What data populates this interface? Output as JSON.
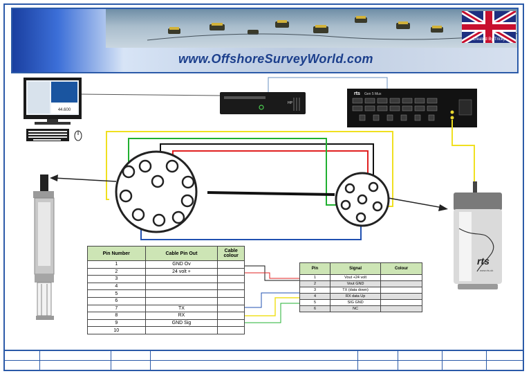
{
  "banner": {
    "site": "www.OffshoreSurveyWorld.com",
    "credit": "Created By Tricky"
  },
  "mux": {
    "brand": "rts",
    "model": "Gen 5 Mux"
  },
  "pc": {
    "brand": "HP",
    "screen_value": "44.600"
  },
  "probe": {
    "brand": "rts",
    "url": "www.rts.uk"
  },
  "pin_table": {
    "headers": [
      "Pin Number",
      "Cable Pin Out",
      "Cable colour"
    ],
    "rows": [
      [
        "1",
        "GND Ov",
        ""
      ],
      [
        "2",
        "24 volt +",
        ""
      ],
      [
        "3",
        "",
        ""
      ],
      [
        "4",
        "",
        ""
      ],
      [
        "5",
        "",
        ""
      ],
      [
        "6",
        "",
        ""
      ],
      [
        "7",
        "TX",
        ""
      ],
      [
        "8",
        "RX",
        ""
      ],
      [
        "9",
        "GND Sig",
        ""
      ],
      [
        "10",
        "",
        ""
      ]
    ]
  },
  "signal_table": {
    "headers": [
      "Pin",
      "Signal",
      "Colour"
    ],
    "rows": [
      [
        "1",
        "Vout +24 volt",
        ""
      ],
      [
        "2",
        "Vout GND",
        ""
      ],
      [
        "3",
        "TX (data down)",
        ""
      ],
      [
        "4",
        "RX data Up",
        ""
      ],
      [
        "5",
        "SIG GND",
        ""
      ],
      [
        "6",
        "NC",
        ""
      ]
    ]
  },
  "colors": {
    "frame": "#2b5aa8",
    "wire_yellow": "#f0e020",
    "wire_green": "#20b030",
    "wire_black": "#111111",
    "wire_red": "#e02020",
    "wire_blue": "#2050b0",
    "table_header": "#cde5b5"
  }
}
